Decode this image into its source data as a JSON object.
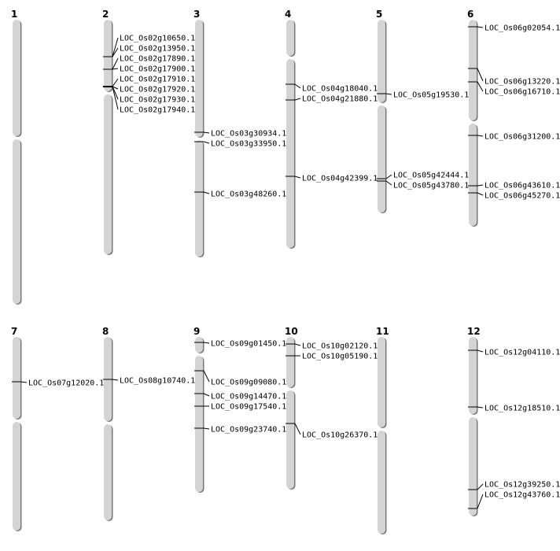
{
  "chromosomes": [
    {
      "name": "1",
      "genes": []
    },
    {
      "name": "2",
      "genes": [
        "LOC_Os02g10650.1",
        "LOC_Os02g13950.1",
        "LOC_Os02g17890.1",
        "LOC_Os02g17900.1",
        "LOC_Os02g17910.1",
        "LOC_Os02g17920.1",
        "LOC_Os02g17930.1",
        "LOC_Os02g17940.1"
      ]
    },
    {
      "name": "3",
      "genes": [
        "LOC_Os03g30934.1",
        "LOC_Os03g33950.1",
        "LOC_Os03g48260.1"
      ]
    },
    {
      "name": "4",
      "genes": [
        "LOC_Os04g18040.1",
        "LOC_Os04g21880.1",
        "LOC_Os04g42399.1"
      ]
    },
    {
      "name": "5",
      "genes": [
        "LOC_Os05g19530.1",
        "LOC_Os05g42444.1",
        "LOC_Os05g43780.1"
      ]
    },
    {
      "name": "6",
      "genes": [
        "LOC_Os06g02054.1",
        "LOC_Os06g13220.1",
        "LOC_Os06g16710.1",
        "LOC_Os06g31200.1",
        "LOC_Os06g43610.1",
        "LOC_Os06g45270.1"
      ]
    },
    {
      "name": "7",
      "genes": [
        "LOC_Os07g12020.1"
      ]
    },
    {
      "name": "8",
      "genes": [
        "LOC_Os08g10740.1"
      ]
    },
    {
      "name": "9",
      "genes": [
        "LOC_Os09g01450.1",
        "LOC_Os09g09080.1",
        "LOC_Os09g14470.1",
        "LOC_Os09g17540.1",
        "LOC_Os09g23740.1"
      ]
    },
    {
      "name": "10",
      "genes": [
        "LOC_Os10g02120.1",
        "LOC_Os10g05190.1",
        "LOC_Os10g26370.1"
      ]
    },
    {
      "name": "11",
      "genes": []
    },
    {
      "name": "12",
      "genes": [
        "LOC_Os12g04110.1",
        "LOC_Os12g18510.1",
        "LOC_Os12g39250.1",
        "LOC_Os12g43760.1"
      ]
    }
  ],
  "colors": {
    "chromosome": "#d4d4d4",
    "shadow": "#777777",
    "line": "#000000"
  }
}
